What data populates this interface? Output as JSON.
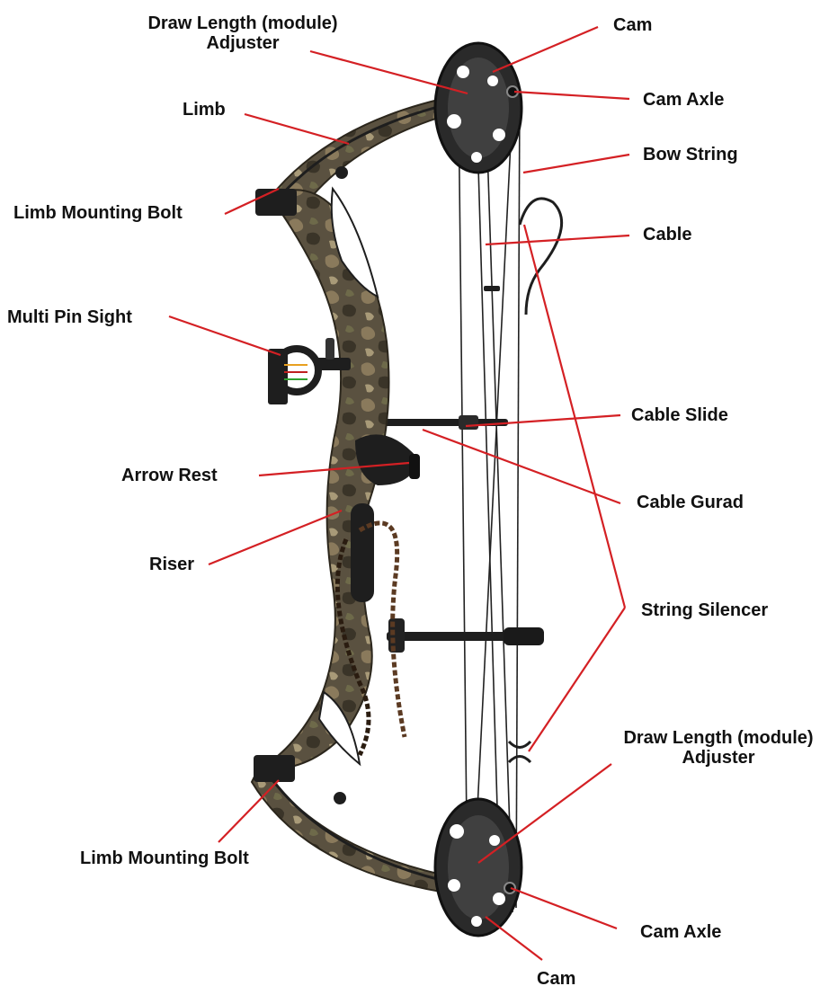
{
  "diagram": {
    "labels": {
      "draw_length_top_1": "Draw Length (module)",
      "draw_length_top_2": "Adjuster",
      "cam_top": "Cam",
      "cam_axle_top": "Cam Axle",
      "limb": "Limb",
      "bow_string": "Bow String",
      "limb_mounting_bolt_top": "Limb Mounting Bolt",
      "cable": "Cable",
      "multi_pin_sight": "Multi Pin Sight",
      "cable_slide": "Cable Slide",
      "arrow_rest": "Arrow Rest",
      "cable_guard": "Cable Gurad",
      "riser": "Riser",
      "string_silencer": "String Silencer",
      "draw_length_bottom_1": "Draw Length (module)",
      "draw_length_bottom_2": "Adjuster",
      "limb_mounting_bolt_bottom": "Limb Mounting Bolt",
      "cam_axle_bottom": "Cam Axle",
      "cam_bottom": "Cam"
    },
    "colors": {
      "leader_line": "#d42024",
      "label_text": "#111111",
      "camo_base": "#5a5140",
      "black_part": "#1e1e1e"
    }
  }
}
